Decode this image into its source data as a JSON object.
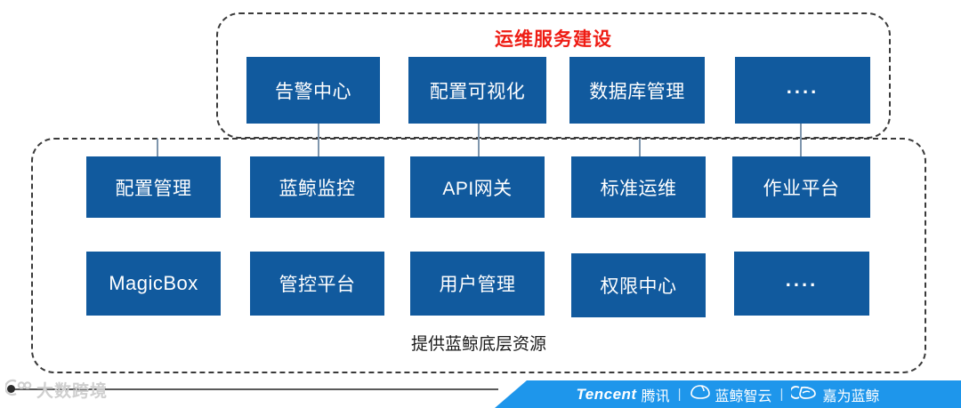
{
  "diagram": {
    "top_group": {
      "title": "运维服务建设",
      "title_color": "#ee1c14",
      "tiles": [
        {
          "label": "告警中心"
        },
        {
          "label": "配置可视化"
        },
        {
          "label": "数据库管理"
        },
        {
          "label": "...."
        }
      ]
    },
    "platform_group": {
      "caption": "提供蓝鲸底层资源",
      "row1": [
        {
          "label": "配置管理"
        },
        {
          "label": "蓝鲸监控"
        },
        {
          "label": "API网关"
        },
        {
          "label": "标准运维"
        },
        {
          "label": "作业平台"
        }
      ],
      "row2": [
        {
          "label": "MagicBox"
        },
        {
          "label": "管控平台"
        },
        {
          "label": "用户管理"
        },
        {
          "label": "权限中心"
        },
        {
          "label": "...."
        }
      ]
    },
    "tile_color": "#115A9E"
  },
  "footer": {
    "banner_color": "#1E96EB",
    "brands": [
      {
        "latin": "Tencent",
        "cn": "腾讯",
        "icon": ""
      },
      {
        "latin": "",
        "cn": "蓝鲸智云",
        "icon": "whale-cloud-icon"
      },
      {
        "latin": "",
        "cn": "嘉为蓝鲸",
        "icon": "whale-icon"
      }
    ],
    "separator": "|"
  },
  "watermark": {
    "text": "大数跨境",
    "icon": "watermark-logo-icon"
  }
}
